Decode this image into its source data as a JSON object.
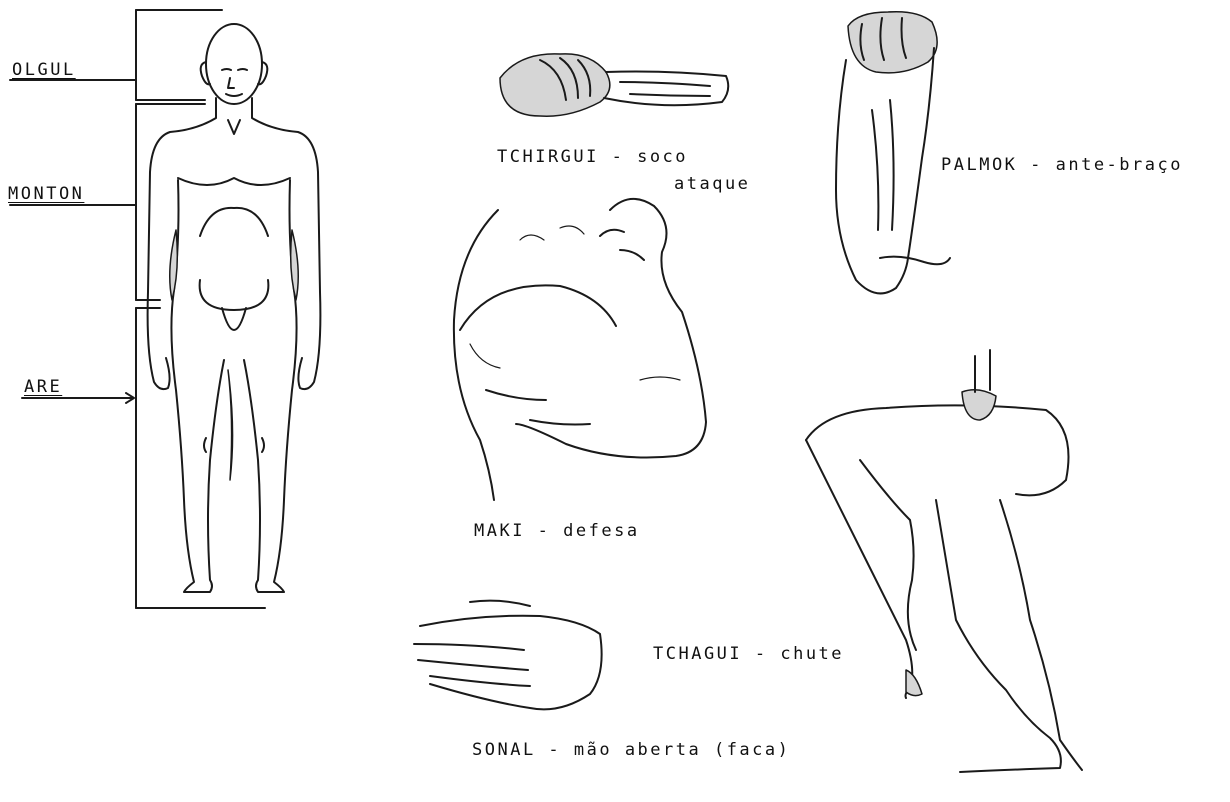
{
  "zones": {
    "head": "OLGUL",
    "trunk": "MONTON",
    "lower": "ARE"
  },
  "parts": {
    "fist": "TCHIRGUI - soco",
    "fist_sub": "ataque",
    "forearm": "PALMOK - ante-braço",
    "arm": "MAKI - defesa",
    "leg": "TCHAGUI - chute",
    "hand": "SONAL - mão aberta (faca)"
  }
}
